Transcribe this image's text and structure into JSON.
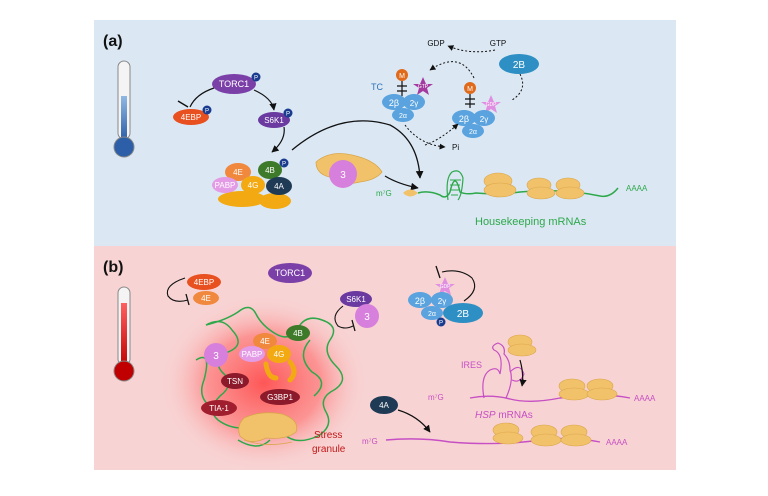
{
  "panels": {
    "a": {
      "label": "(a)",
      "color": "#dbe8f4"
    },
    "b": {
      "label": "(b)",
      "color": "#f8d3d3"
    }
  },
  "labels": {
    "torc1": "TORC1",
    "phospho": "P",
    "fourebp": "4EBP",
    "s6k1": "S6K1",
    "e4e": "4E",
    "e4b": "4B",
    "e4g": "4G",
    "e4a": "4A",
    "pabp": "PABP",
    "three": "3",
    "tc": "TC",
    "m": "M",
    "gtp_small": "GTP",
    "gdp_small": "GDP",
    "gdp": "GDP",
    "gtp": "GTP",
    "pi": "Pi",
    "b2b": "2B",
    "beta": "2β",
    "gamma": "2γ",
    "alpha": "2α",
    "m7g": "m⁷G",
    "aaaa": "AAAA",
    "housekeeping": "Housekeeping mRNAs",
    "tsn": "TSN",
    "tia1": "TIA-1",
    "g3bp1": "G3BP1",
    "stress_line1": "Stress",
    "stress_line2": "granule",
    "ires": "IRES",
    "hsp": "HSP",
    "hsp_suffix": " mRNAs"
  },
  "colors": {
    "torc1": "#7b3fa8",
    "fourebp": "#e8501f",
    "s6k1": "#6a3aa0",
    "e4e": "#f0883e",
    "e4b": "#3d7a2a",
    "e4g": "#f3a912",
    "e4a": "#1e3a55",
    "pabp": "#e39be6",
    "three": "#d77fdc",
    "eif2": "#5aa3de",
    "eif2b": "#2e8fc4",
    "tia1": "#a01e2e",
    "tsn": "#8c1a2a",
    "green": "#2ea84a",
    "magenta": "#c64fc4",
    "ribosome": "#f2c26b",
    "phospho": "#1a3c8f",
    "stress_text": "#c21818"
  }
}
